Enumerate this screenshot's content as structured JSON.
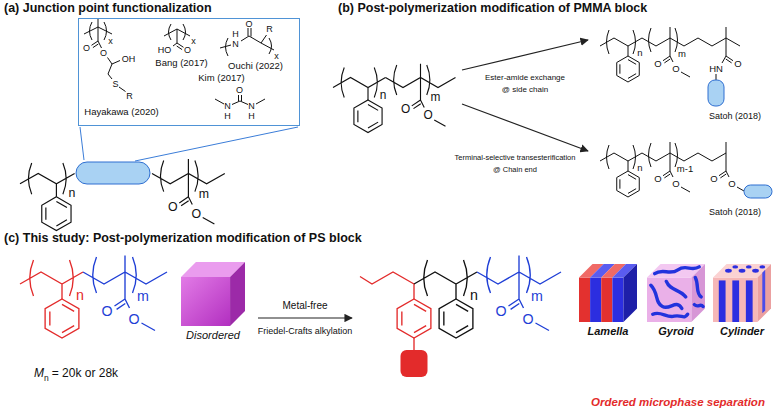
{
  "diagram": {
    "nodes": [
      {
        "text": [
          "x",
          "O",
          "O",
          "OH",
          "S",
          "R",
          "Hayakawa (2020)",
          "x",
          "HO",
          "O",
          "Bang (2017)",
          "H",
          "N",
          "O",
          "R",
          "x",
          "Ouchi (2022)",
          "Kim (2017)",
          "O",
          "N",
          "N",
          "H",
          "H"
        ]
      },
      {
        "text": [
          "Disordered"
        ]
      },
      {
        "text": [
          "Lamella"
        ]
      },
      {
        "text": [
          "Gyroid"
        ]
      },
      {
        "text": [
          "Cylinder"
        ]
      }
    ],
    "labels": [
      "(a) Junction point functionalization",
      "n",
      "m",
      "O",
      "O",
      "(b) Post-polymerization modification of PMMA block",
      "n",
      "m",
      "O",
      "O",
      "Ester-amide exchange",
      "@ side chain",
      "Terminal-selective transesterification",
      "@ Chain end",
      "n",
      "m",
      "O",
      "O",
      "O",
      "HN",
      "Satoh (2018)",
      "n",
      "m-1",
      "O",
      "O",
      "O",
      "O",
      "Satoh (2018)",
      "(c) This study: Post-polymerization modification of PS block",
      "n",
      "m",
      "O",
      "O",
      "M",
      "n",
      "= 20k or 28k",
      "Metal-free",
      "Friedel-Crafts alkylation",
      "n",
      "m",
      "O",
      "O",
      "Ordered microphase separation"
    ]
  }
}
